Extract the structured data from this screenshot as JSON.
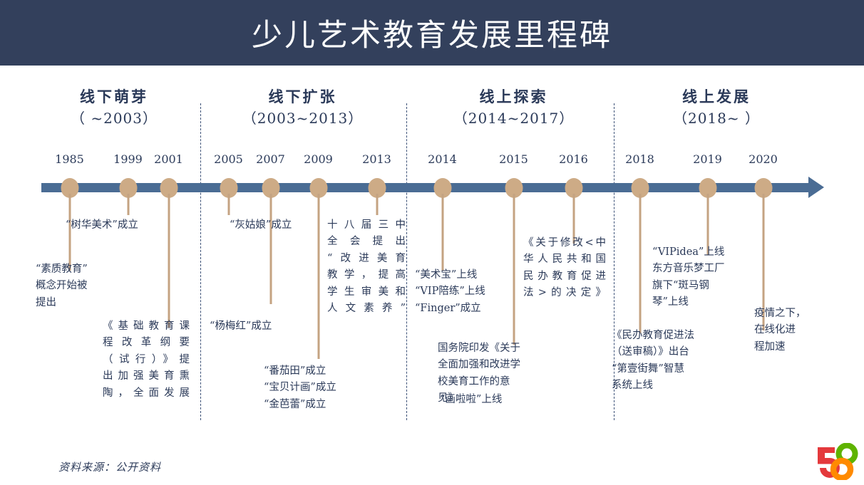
{
  "header": {
    "title": "少儿艺术教育发展里程碑",
    "bg_color": "#33405c",
    "title_color": "#ffffff"
  },
  "theme": {
    "axis_color": "#4a6c94",
    "node_color": "#cdab86",
    "stem_color": "#c4a382",
    "text_color": "#2b3a59",
    "divider_color": "#3d5278"
  },
  "phases": [
    {
      "name": "线下萌芽",
      "range": "（ ~2003）"
    },
    {
      "name": "线下扩张",
      "range": "（2003~2013）"
    },
    {
      "name": "线上探索",
      "range": "（2014~2017）"
    },
    {
      "name": "线上发展",
      "range": "（2018~ ）"
    }
  ],
  "years": [
    "1985",
    "1999",
    "2001",
    "2005",
    "2007",
    "2009",
    "2013",
    "2014",
    "2015",
    "2016",
    "2018",
    "2019",
    "2020"
  ],
  "notes": {
    "n1985": "“素质教育”\n概念开始被\n提出",
    "n1999": "“树华美术”成立",
    "n2001": "《基础教育课\n程改革纲要\n（试行）》提\n出加强美育熏\n陶，全面发展",
    "n2005": "“灰姑娘”成立",
    "n2007": "“杨梅红”成立",
    "n2009": "“番茄田”成立\n“宝贝计画”成立\n“金芭蕾”成立",
    "n2013": "十八届三中\n全会提出\n“改进美育\n教学，提高\n学生审美和\n人文素养”",
    "n2014": "“美术宝”上线\n“VIP陪练”上线\n“Finger”成立",
    "n2015a": "国务院印发《关于\n全面加强和改进学\n校美育工作的意\n见》",
    "n2015b": "“画啦啦”上线",
    "n2016": "《关于修改<中\n华人民共和国\n民办教育促进\n法>的决定》",
    "n2018": "《民办教育促进法\n（送审稿）》出台\n“第壹街舞”智慧\n系统上线",
    "n2019": "“VIPidea”上线\n东方音乐梦工厂\n旗下“斑马钢\n琴”上线",
    "n2020": "疫情之下，\n在线化进\n程加速"
  },
  "footer": {
    "source": "资料来源：公开资料"
  },
  "logo": {
    "name": "58-logo",
    "digits": "58",
    "colors": {
      "five": "#e4393c",
      "circle": "#5eb300",
      "eight": "#ff8a00"
    }
  }
}
